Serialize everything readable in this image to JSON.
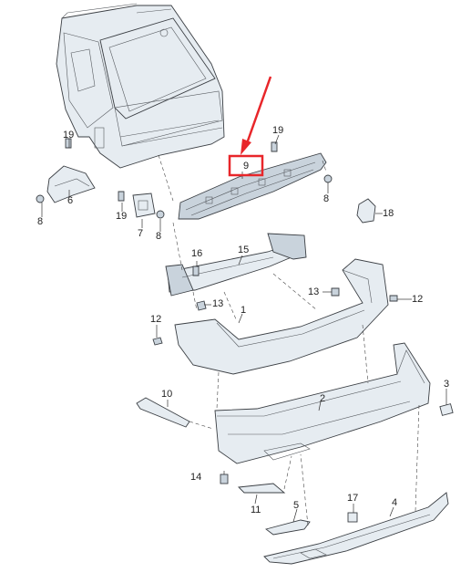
{
  "diagram": {
    "highlight_color": "#e8262a",
    "highlighted_part": "9",
    "callouts": {
      "p1": "1",
      "p2": "2",
      "p3": "3",
      "p4": "4",
      "p5": "5",
      "p6": "6",
      "p7": "7",
      "p8a": "8",
      "p8b": "8",
      "p8c": "8",
      "p9": "9",
      "p10": "10",
      "p11": "11",
      "p12a": "12",
      "p12b": "12",
      "p13a": "13",
      "p13b": "13",
      "p14": "14",
      "p15": "15",
      "p16": "16",
      "p17": "17",
      "p18": "18",
      "p19a": "19",
      "p19b": "19",
      "p19c": "19"
    }
  }
}
